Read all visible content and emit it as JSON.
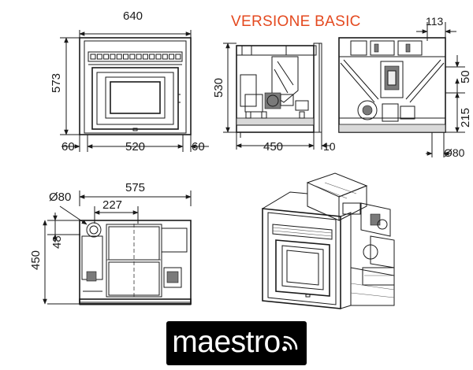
{
  "title": "VERSIONE BASIC",
  "front_view": {
    "width": "640",
    "height": "573",
    "left_margin": "60",
    "inner_width": "520",
    "right_margin": "60"
  },
  "side_view": {
    "height": "530",
    "depth": "450",
    "offset": "10"
  },
  "rear_view": {
    "offset_top": "113",
    "dim_upper": "50",
    "dim_lower": "215",
    "outlet_diameter": "Ø80"
  },
  "top_view": {
    "inlet_diameter": "Ø80",
    "width": "575",
    "inlet_offset": "227",
    "inlet_depth": "48",
    "depth": "450"
  },
  "brand": {
    "logo_text": "maestro",
    "wifi_icon": "wifi-icon"
  }
}
